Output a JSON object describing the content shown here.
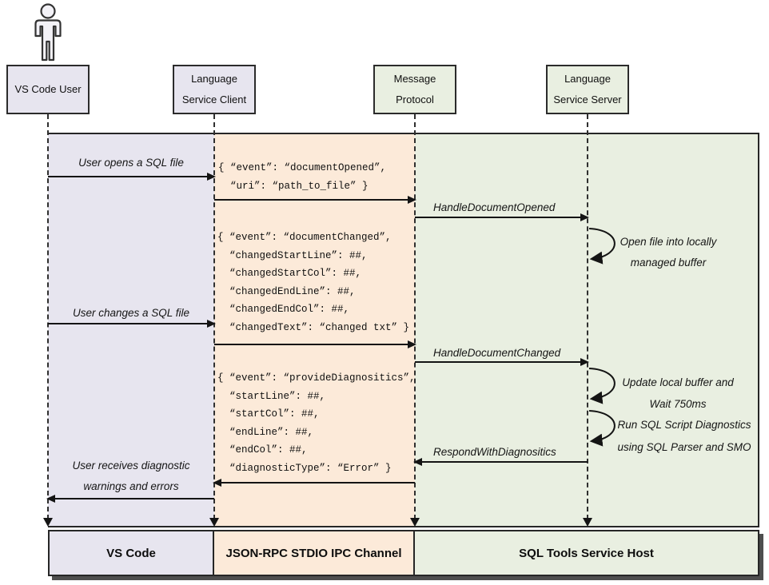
{
  "actors": {
    "user": "VS Code User",
    "client_line1": "Language",
    "client_line2": "Service Client",
    "protocol_line1": "Message",
    "protocol_line2": "Protocol",
    "server_line1": "Language",
    "server_line2": "Service Server"
  },
  "messages": {
    "user_opens": "User opens a SQL file",
    "user_changes": "User changes a SQL file",
    "user_receives_1": "User receives diagnostic",
    "user_receives_2": "warnings and errors",
    "handle_opened": "HandleDocumentOpened",
    "handle_changed": "HandleDocumentChanged",
    "respond_diag": "RespondWithDiagnositics"
  },
  "notes": {
    "open_file_1": "Open file into locally",
    "open_file_2": "managed buffer",
    "update_buffer_1": "Update local buffer and",
    "update_buffer_2": "Wait 750ms",
    "run_diag_1": "Run SQL Script Diagnostics",
    "run_diag_2": "using SQL Parser and SMO"
  },
  "code": {
    "document_opened": [
      "{ “event”: “documentOpened”,",
      "  “uri”: “path_to_file” }"
    ],
    "document_changed": [
      "{ “event”: “documentChanged”,",
      "  “changedStartLine”: ##,",
      "  “changedStartCol”: ##,",
      "  “changedEndLine”: ##,",
      "  “changedEndCol”: ##,",
      "  “changedText”: “changed txt” }"
    ],
    "provide_diagnostics": [
      "{ “event”: “provideDiagnositics”,",
      "  “startLine”: ##,",
      "  “startCol”: ##,",
      "  “endLine”: ##,",
      "  “endCol”: ##,",
      "  “diagnosticType”: “Error” }"
    ]
  },
  "footer": {
    "vscode": "VS Code",
    "channel": "JSON-RPC STDIO IPC Channel",
    "host": "SQL Tools Service Host"
  },
  "colors": {
    "lavender": "#e7e5ef",
    "peach": "#fcead9",
    "green": "#e9efe1",
    "line": "#141414",
    "shadow": "#4e4e4e"
  }
}
